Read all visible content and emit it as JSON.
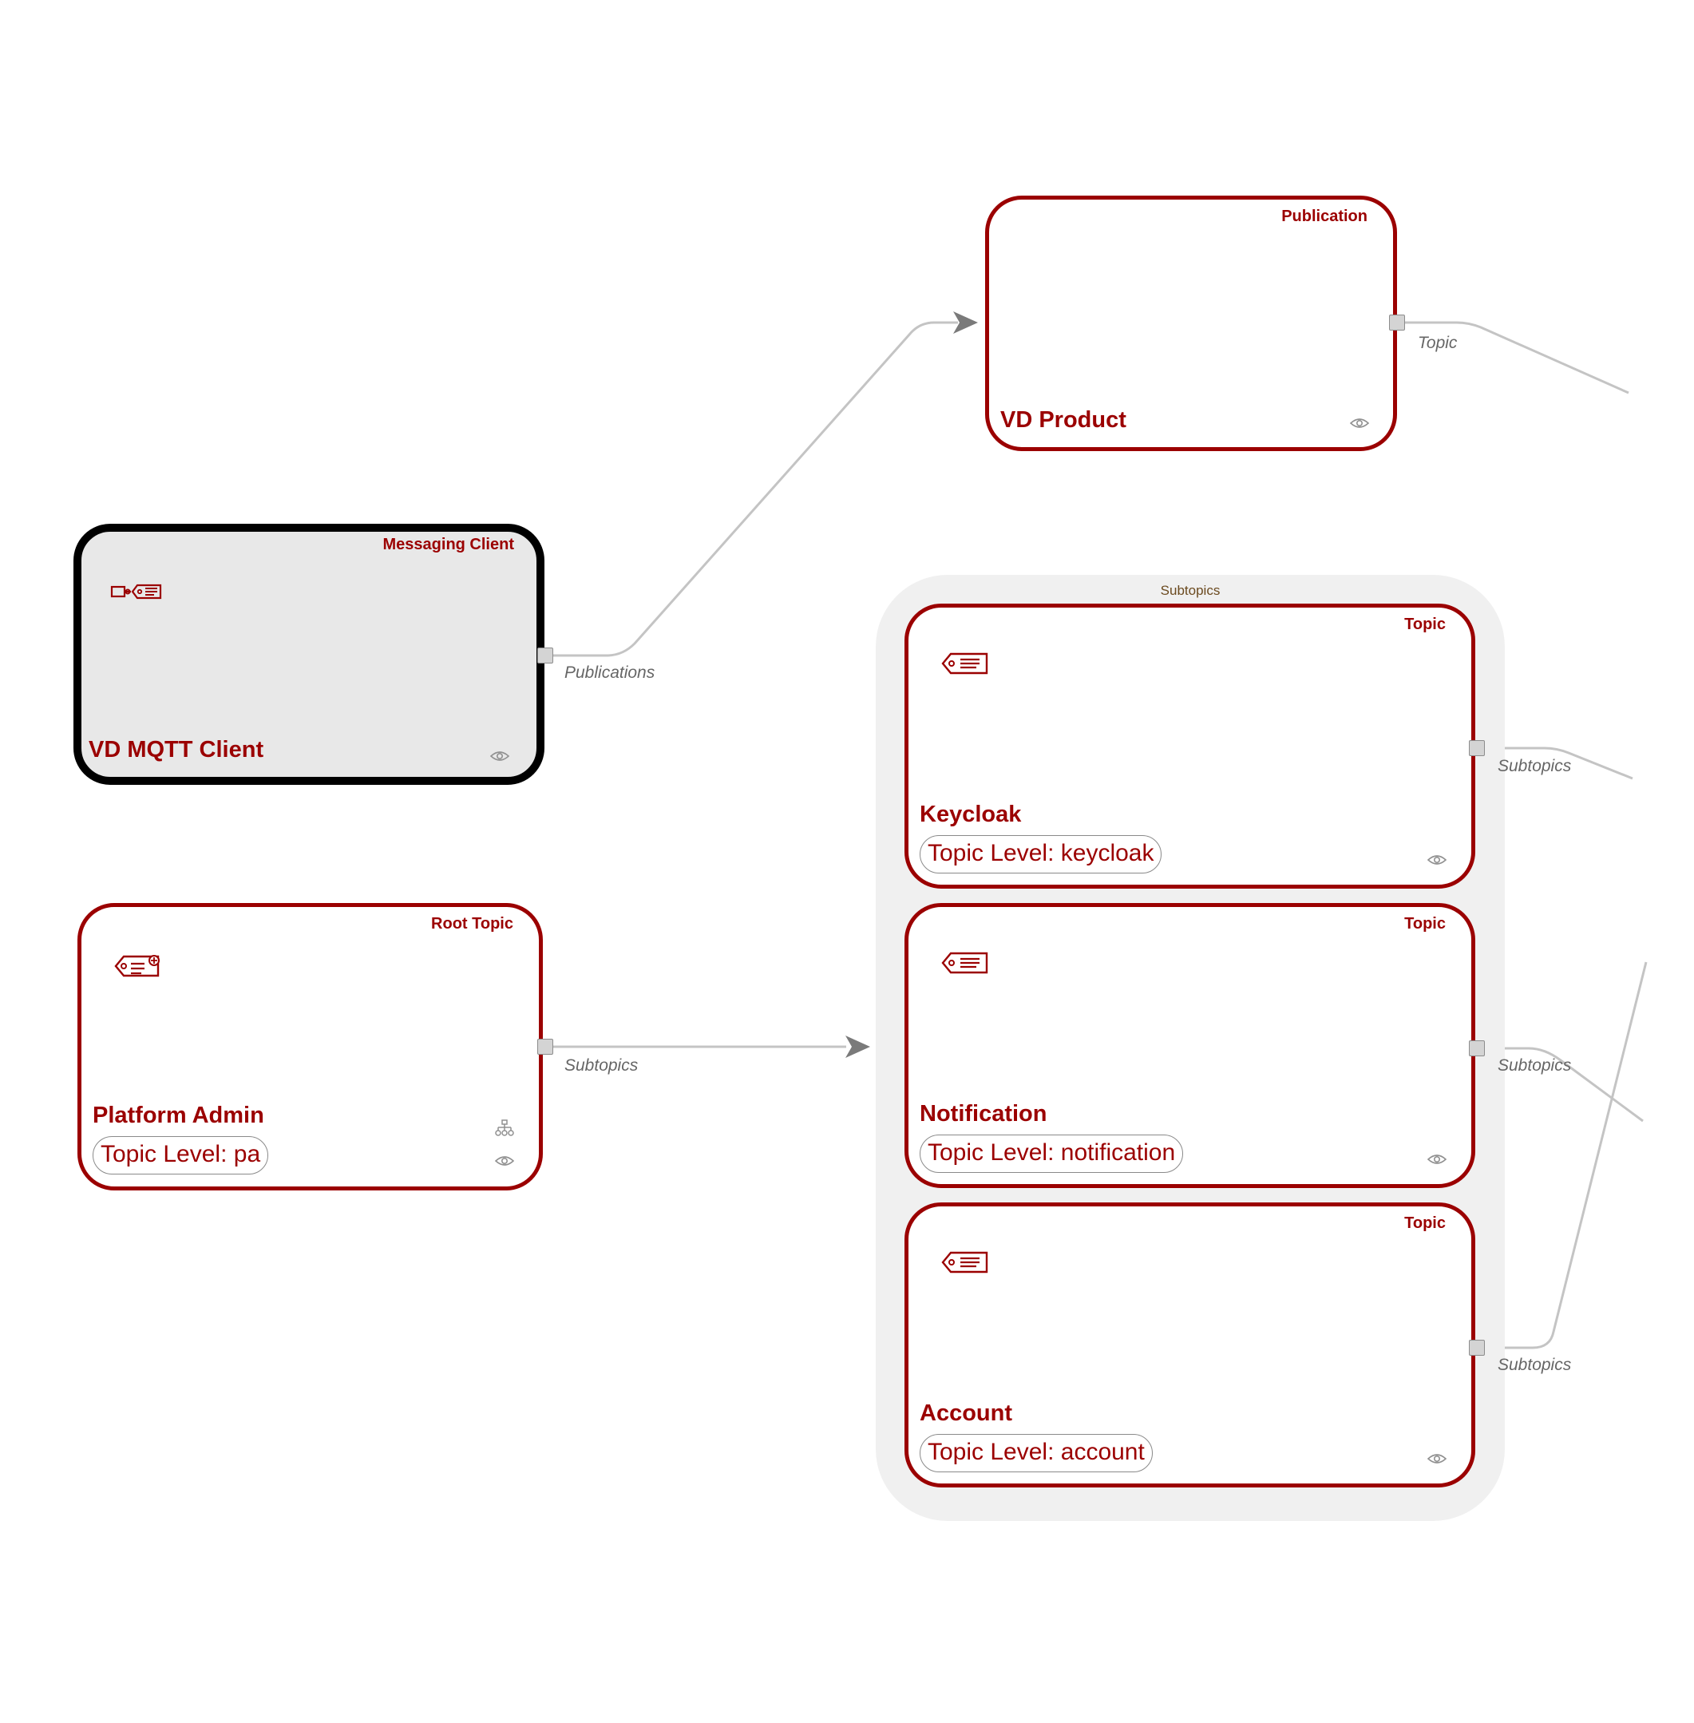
{
  "diagram": {
    "colors": {
      "accent": "#9b0000",
      "edge": "#c4c4c4",
      "group_fill": "#f0f0f0",
      "selected_fill": "#e8e8e8",
      "selected_border": "#000000"
    },
    "nodes": {
      "vd_product": {
        "type": "Publication",
        "title": "VD Product",
        "icon": "eye-icon"
      },
      "vd_mqtt_client": {
        "type": "Messaging Client",
        "title": "VD MQTT Client",
        "icon": "messaging-client-icon",
        "selected": true
      },
      "platform_admin": {
        "type": "Root Topic",
        "title": "Platform Admin",
        "pill": "Topic Level: pa",
        "icon": "root-topic-icon"
      },
      "keycloak": {
        "type": "Topic",
        "title": "Keycloak",
        "pill": "Topic Level: keycloak",
        "icon": "topic-tag-icon"
      },
      "notification": {
        "type": "Topic",
        "title": "Notification",
        "pill": "Topic Level: notification",
        "icon": "topic-tag-icon"
      },
      "account": {
        "type": "Topic",
        "title": "Account",
        "pill": "Topic Level: account",
        "icon": "topic-tag-icon"
      }
    },
    "group": {
      "label": "Subtopics"
    },
    "edges": {
      "publications": "Publications",
      "topic": "Topic",
      "subtopics_admin": "Subtopics",
      "subtopics_keycloak": "Subtopics",
      "subtopics_notification": "Subtopics",
      "subtopics_account": "Subtopics"
    }
  }
}
